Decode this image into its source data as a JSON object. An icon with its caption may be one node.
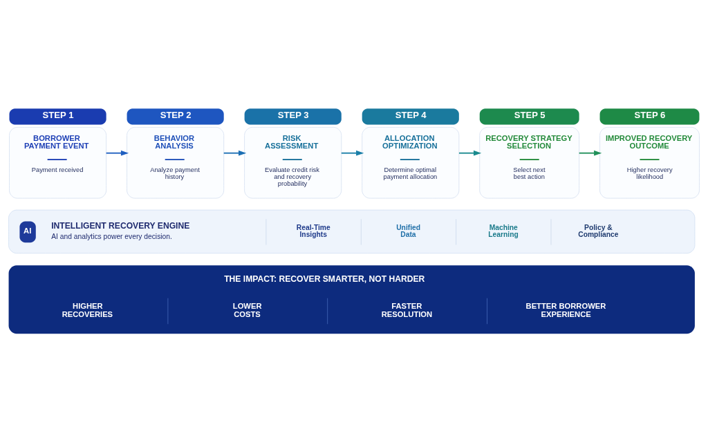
{
  "diagram": {
    "nodes": [
      {
        "text": [
          "STEP 1",
          "BORROWER PAYMENT EVENT",
          "Payment received"
        ]
      },
      {
        "text": [
          "STEP 2",
          "BEHAVIOR ANALYSIS",
          "Analyze payment history"
        ]
      },
      {
        "text": [
          "STEP 3",
          "RISK ASSESSMENT",
          "Evaluate credit risk and recovery probability"
        ]
      },
      {
        "text": [
          "STEP 4",
          "ALLOCATION OPTIMIZATION",
          "Determine optimal payment allocation"
        ]
      },
      {
        "text": [
          "STEP 5",
          "RECOVERY STRATEGY SELECTION",
          "Select next best action"
        ]
      },
      {
        "text": [
          "STEP 6",
          "IMPROVED RECOVERY OUTCOME",
          "Higher recovery likelihood"
        ]
      },
      {
        "text": [
          "AI",
          "INTELLIGENT RECOVERY ENGINE",
          "AI and analytics power every decision.",
          "Real-Time Insights",
          "Unified Data",
          "Machine Learning",
          "Policy & Compliance"
        ]
      },
      {
        "text": [
          "THE IMPACT: RECOVER SMARTER, NOT HARDER",
          "HIGHER RECOVERIES",
          "LOWER COSTS",
          "FASTER RESOLUTION",
          "BETTER BORROWER EXPERIENCE"
        ]
      }
    ],
    "edges": [
      {
        "from": 0,
        "to": 1,
        "arrow": "to",
        "color": "#1f5fc0"
      },
      {
        "from": 1,
        "to": 2,
        "arrow": "to",
        "color": "#1c6fb4"
      },
      {
        "from": 2,
        "to": 3,
        "arrow": "to",
        "color": "#1a7fa8"
      },
      {
        "from": 3,
        "to": 4,
        "arrow": "to",
        "color": "#1b8a8e"
      },
      {
        "from": 4,
        "to": 5,
        "arrow": "to",
        "color": "#21905a"
      }
    ]
  }
}
